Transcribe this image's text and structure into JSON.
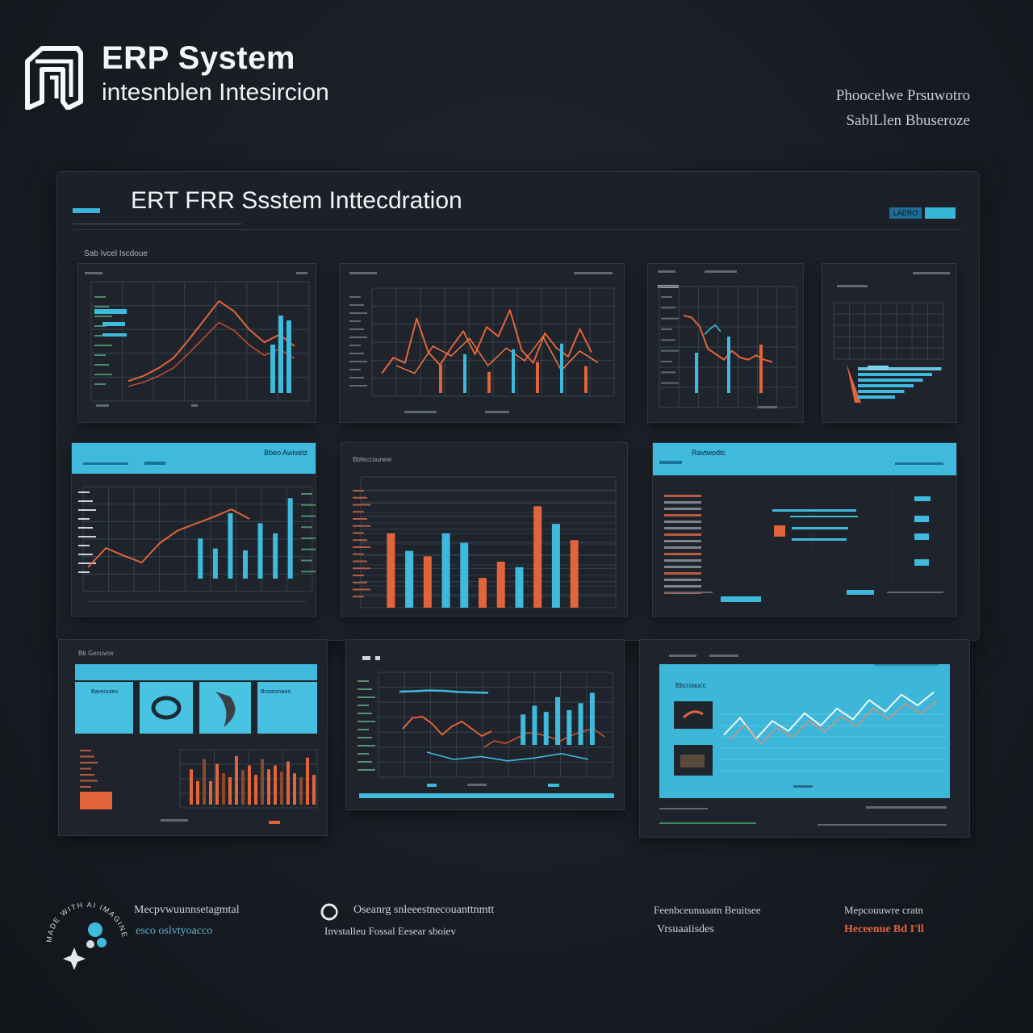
{
  "header": {
    "title": "ERP System",
    "subtitle": "intesnblen Intesircion",
    "right_line1": "Phoocelwe Prsuwotro",
    "right_line2": "SablLlen Bbuseroze"
  },
  "main": {
    "title": "ERT FRR Ssstem Inttecdration",
    "badge_label": "LAERO",
    "section_label": "Sab Ivcel Iscdoue"
  },
  "panels": {
    "p2_title": "Bbeo Awivetz",
    "p3_title": "Bbfeccuunew",
    "p4_title": "Ravtwodtc",
    "p5_title": "Bb Gecuvos",
    "p6_title": "Bbcroaucc",
    "p5_tiles": [
      "Baveoutes",
      "Brsstomaes"
    ]
  },
  "footer": {
    "c1_line1": "Mecpvwuunnsetagmtal",
    "c1_line2": "esco   oslvtyoacco",
    "c2_line1": "Oseanrg snleeestnecouanttnmtt",
    "c2_line2": "Invstalleu Fossal Eesear sboiev",
    "c3_line1": "Feenbceunuaatn Beuitsee",
    "c3_line2": "Vrsuaaiisdes",
    "c4_line1": "Mepcouuwre cratn",
    "c4_line2": "Heceenue   Bd   I'll",
    "watermark": "MADE WITH AI IMAGINE"
  },
  "colors": {
    "accent_cyan": "#3fb9dc",
    "accent_orange": "#e2643a",
    "panel_bg": "#1f242c",
    "page_bg": "#191d24"
  },
  "chart_data": [
    {
      "type": "line",
      "series": [
        {
          "values": [
            8,
            12,
            18,
            26,
            40,
            55,
            70,
            62,
            48,
            38,
            44,
            35
          ]
        }
      ],
      "bars": [
        30,
        48,
        45
      ]
    },
    {
      "type": "line",
      "series": [
        {
          "values": [
            20,
            35,
            30,
            72,
            40,
            28,
            45,
            60,
            38,
            64,
            55,
            80,
            42,
            30,
            58,
            44,
            36,
            62,
            40
          ]
        },
        {
          "values": [
            30,
            22,
            50,
            40,
            58,
            30,
            48,
            35,
            60,
            25,
            45,
            33
          ]
        }
      ]
    },
    {
      "type": "line",
      "series": [
        {
          "values": [
            70,
            68,
            60,
            40,
            35,
            30,
            38,
            32,
            30,
            34,
            30,
            28
          ]
        },
        {
          "values": [
            20,
            40,
            55,
            30
          ]
        }
      ]
    },
    {
      "type": "bar",
      "values": [
        9,
        8,
        7,
        6,
        5,
        4
      ]
    },
    {
      "type": "line",
      "series": [
        {
          "values": [
            10,
            30,
            22,
            15,
            35,
            48,
            55,
            62,
            70,
            60
          ]
        }
      ],
      "bars": [
        40,
        30,
        65,
        28,
        55,
        45,
        80
      ]
    },
    {
      "type": "bar",
      "series": [
        {
          "name": "orange",
          "values": [
            55,
            0,
            38,
            0,
            0,
            22,
            34,
            0,
            75,
            0,
            50
          ]
        },
        {
          "name": "cyan",
          "values": [
            0,
            42,
            0,
            55,
            48,
            0,
            0,
            30,
            0,
            62,
            0
          ]
        }
      ]
    },
    {
      "type": "bar",
      "values": [
        45,
        30,
        58,
        30,
        52,
        40,
        35,
        62,
        44,
        50,
        38,
        58,
        45,
        50,
        42,
        55,
        40,
        35,
        60,
        38
      ]
    },
    {
      "type": "line",
      "series": [
        {
          "values": [
            40,
            62,
            35,
            58,
            45,
            68,
            52,
            74,
            60,
            85,
            70,
            92,
            78,
            95
          ]
        }
      ]
    }
  ]
}
